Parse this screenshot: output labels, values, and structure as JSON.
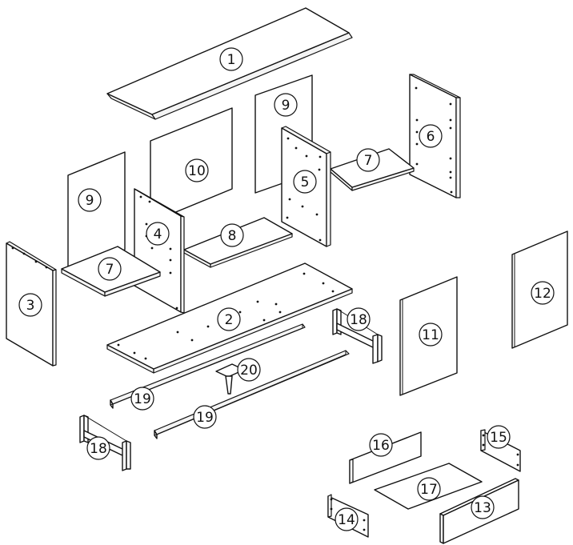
{
  "title": "",
  "parts": [
    {
      "id": "part-1",
      "label": "1"
    },
    {
      "id": "part-2",
      "label": "2"
    },
    {
      "id": "part-3",
      "label": "3"
    },
    {
      "id": "part-4",
      "label": "4"
    },
    {
      "id": "part-5",
      "label": "5"
    },
    {
      "id": "part-6",
      "label": "6"
    },
    {
      "id": "part-7a",
      "label": "7"
    },
    {
      "id": "part-7b",
      "label": "7"
    },
    {
      "id": "part-8",
      "label": "8"
    },
    {
      "id": "part-9a",
      "label": "9"
    },
    {
      "id": "part-9b",
      "label": "9"
    },
    {
      "id": "part-10",
      "label": "10"
    },
    {
      "id": "part-11",
      "label": "11"
    },
    {
      "id": "part-12",
      "label": "12"
    },
    {
      "id": "part-13",
      "label": "13"
    },
    {
      "id": "part-14",
      "label": "14"
    },
    {
      "id": "part-15",
      "label": "15"
    },
    {
      "id": "part-16",
      "label": "16"
    },
    {
      "id": "part-17",
      "label": "17"
    },
    {
      "id": "part-18a",
      "label": "18"
    },
    {
      "id": "part-18b",
      "label": "18"
    },
    {
      "id": "part-19a",
      "label": "19"
    },
    {
      "id": "part-19b",
      "label": "19"
    },
    {
      "id": "part-20",
      "label": "20"
    }
  ],
  "colors": {
    "line": "#111111",
    "panel": "#ffffff",
    "edge": "#f4f4f4"
  }
}
